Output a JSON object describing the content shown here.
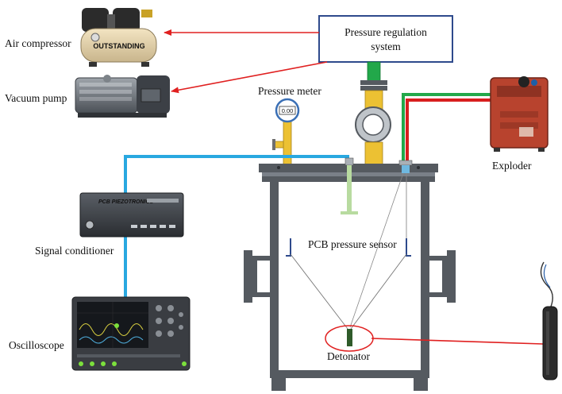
{
  "labels": {
    "pressure_regulation_line1": "Pressure regulation",
    "pressure_regulation_line2": "system",
    "air_compressor": "Air compressor",
    "vacuum_pump": "Vacuum pump",
    "pressure_meter": "Pressure meter",
    "meter_reading": "0.00",
    "signal_conditioner": "Signal conditioner",
    "oscilloscope": "Oscilloscope",
    "pcb_pressure_sensor": "PCB pressure sensor",
    "exploder": "Exploder",
    "detonator": "Detonator",
    "compressor_brand": "OUTSTANDING",
    "conditioner_brand": "PCB PIEZOTRONICS"
  },
  "colors": {
    "red_arrow": "#e02020",
    "cable_blue": "#29a8e0",
    "green_wire": "#22a84a",
    "red_wire": "#d81e1e",
    "pipe_yellow": "#ecc133",
    "chamber_grey": "#555a60",
    "box_border": "#2e4a8c",
    "sensor_green": "#b8dba0",
    "exploder_red": "#b8432e"
  }
}
